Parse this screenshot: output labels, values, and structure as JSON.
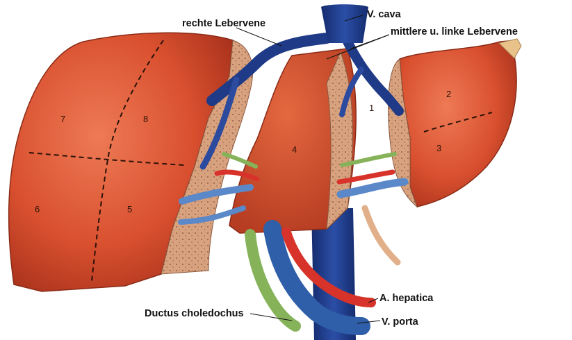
{
  "colors": {
    "liver": "#d9502f",
    "liver_dark": "#a9321c",
    "cut_surface": "#d8a27f",
    "vena_cava": "#1f3a86",
    "portal_vein": "#5a88c8",
    "artery": "#d8332a",
    "bile_duct": "#86b35a"
  },
  "labels": {
    "v_cava": "V. cava",
    "rechte_lebervene": "rechte Lebervene",
    "mittlere_linke_lebervene": "mittlere u. linke Lebervene",
    "a_hepatica": "A. hepatica",
    "ductus_choledochus": "Ductus choledochus",
    "v_porta": "V. porta"
  },
  "segments": [
    "1",
    "2",
    "3",
    "4",
    "5",
    "6",
    "7",
    "8"
  ]
}
